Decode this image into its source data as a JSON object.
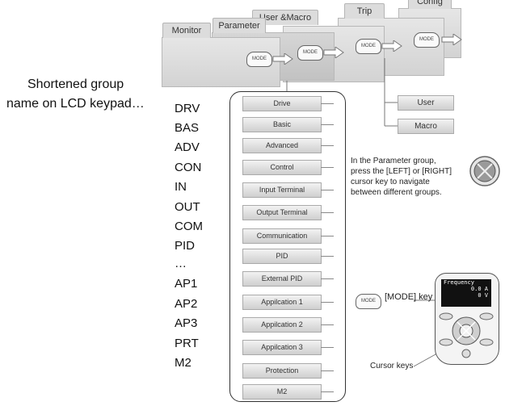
{
  "mode_tabs": {
    "monitor": "Monitor",
    "parameter": "Parameter",
    "user_macro": "User &Macro",
    "trip": "Trip",
    "config": "Config",
    "mode_key_label": "MODE"
  },
  "caption_line1": "Shortened group",
  "caption_line2": "name on LCD keypad…",
  "abbreviations": [
    "DRV",
    "BAS",
    "ADV",
    "CON",
    "IN",
    "OUT",
    "COM",
    "PID",
    "…",
    "AP1",
    "AP2",
    "AP3",
    "PRT",
    "M2"
  ],
  "groups": [
    "Drive",
    "Basic",
    "Advanced",
    "Control",
    "Input Terminal",
    "Output Terminal",
    "Communication",
    "PID",
    "External PID",
    "Appilcation 1",
    "Appilcation 2",
    "Appilcation 3",
    "Protection",
    "M2"
  ],
  "side_items": {
    "user": "User",
    "macro": "Macro"
  },
  "note_lines": [
    "In the Parameter group,",
    "press the  [LEFT] or [RIGHT]",
    "cursor key to navigate",
    "between different groups."
  ],
  "mode_key_text": "[MODE] key",
  "cursor_keys_text": "Cursor keys",
  "lcd": {
    "line1": "Frequency",
    "line2": "0.0 A",
    "line3": "0 V"
  }
}
